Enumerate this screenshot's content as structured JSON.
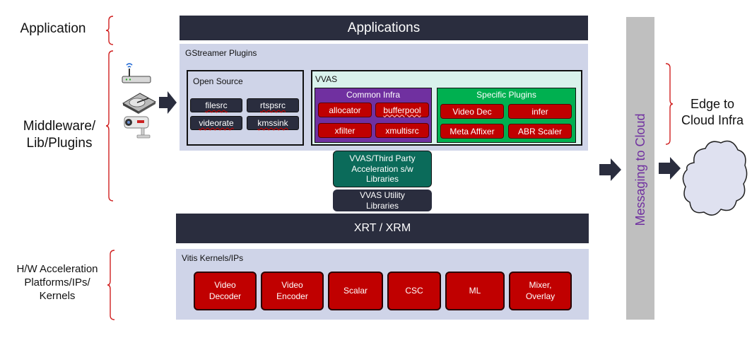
{
  "labels": {
    "application": "Application",
    "middleware": "Middleware/\nLib/Plugins",
    "hw_acceleration": "H/W Acceleration\nPlatforms/IPs/\nKernels",
    "edge_to_cloud": "Edge to\nCloud Infra"
  },
  "applications_bar": "Applications",
  "gstreamer": {
    "title": "GStreamer Plugins",
    "open_source": {
      "title": "Open Source",
      "items": [
        "filesrc",
        "rtspsrc",
        "videorate",
        "kmssink"
      ]
    },
    "vvas": {
      "title": "VVAS",
      "common_infra": {
        "title": "Common Infra",
        "items": [
          "allocator",
          "bufferpool",
          "xfilter",
          "xmultisrc"
        ]
      },
      "specific_plugins": {
        "title": "Specific Plugins",
        "items": [
          "Video Dec",
          "infer",
          "Meta Affixer",
          "ABR Scaler"
        ]
      }
    }
  },
  "third_party_libs": "VVAS/Third Party\nAcceleration s/w\nLibraries",
  "utility_libs": "VVAS Utility\nLibraries",
  "xrt_bar": "XRT / XRM",
  "vitis": {
    "title": "Vitis Kernels/IPs",
    "kernels": [
      "Video\nDecoder",
      "Video\nEncoder",
      "Scalar",
      "CSC",
      "ML",
      "Mixer,\nOverlay"
    ]
  },
  "messaging": "Messaging to Cloud",
  "colors": {
    "dark_bar": "#2a2d3e",
    "panel": "#cfd4e8",
    "vvas_border": "#1a8a76",
    "common_infra": "#7030a0",
    "specific_plugins": "#00b050",
    "kernel_red": "#c00000",
    "messaging_text": "#7030a0",
    "third_party": "#0b6b5a"
  },
  "icons": [
    "wifi-router-icon",
    "hard-drive-icon",
    "security-camera-icon",
    "cloud-icon"
  ]
}
